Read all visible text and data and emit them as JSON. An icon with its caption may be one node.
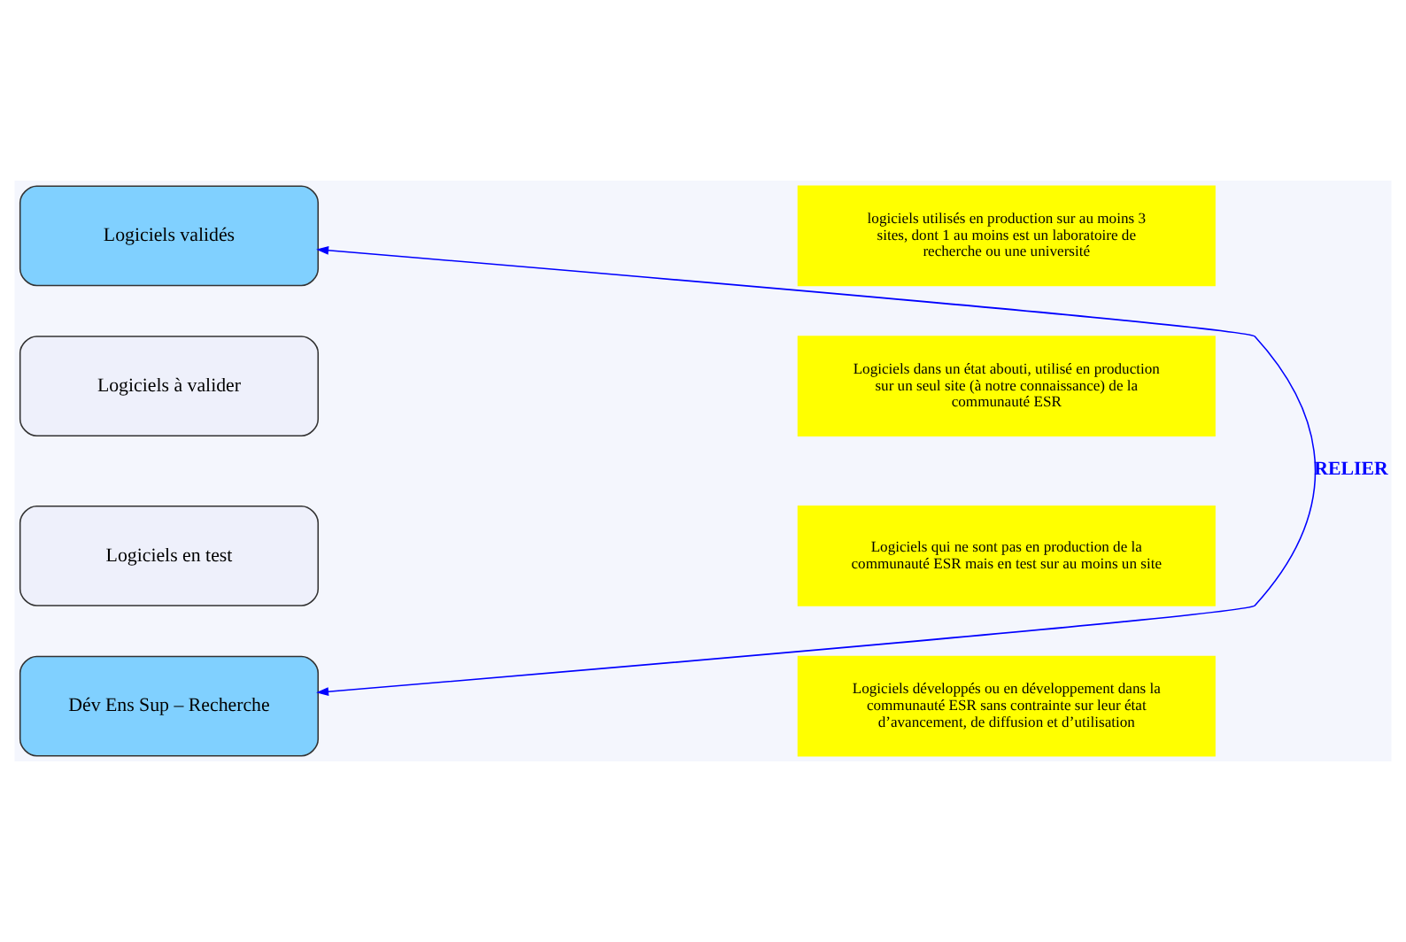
{
  "diagram": {
    "nodes": [
      {
        "text": [
          "Logiciels validés"
        ]
      },
      {
        "text": [
          "logiciels utilisés en production sur au moins 3 sites, dont 1 au moins est un laboratoire de recherche ou une université"
        ]
      },
      {
        "text": [
          "Logiciels à valider"
        ]
      },
      {
        "text": [
          "Logiciels dans un état abouti, utilisé en production sur un seul site (à notre connaissance) de la communauté ESR"
        ]
      },
      {
        "text": [
          "Logiciels en test"
        ]
      },
      {
        "text": [
          "Logiciels qui ne sont pas en production de la communauté ESR mais en test sur au moins un site"
        ]
      },
      {
        "text": [
          "Dév Ens Sup – Recherche"
        ]
      },
      {
        "text": [
          "Logiciels développés ou en développement dans la communauté ESR sans contrainte sur leur état d’avancement, de diffusion et d’utilisation"
        ]
      }
    ],
    "edges": [
      {
        "from": 0,
        "to": 6,
        "arrow": "both",
        "label": "RELIER"
      }
    ]
  }
}
